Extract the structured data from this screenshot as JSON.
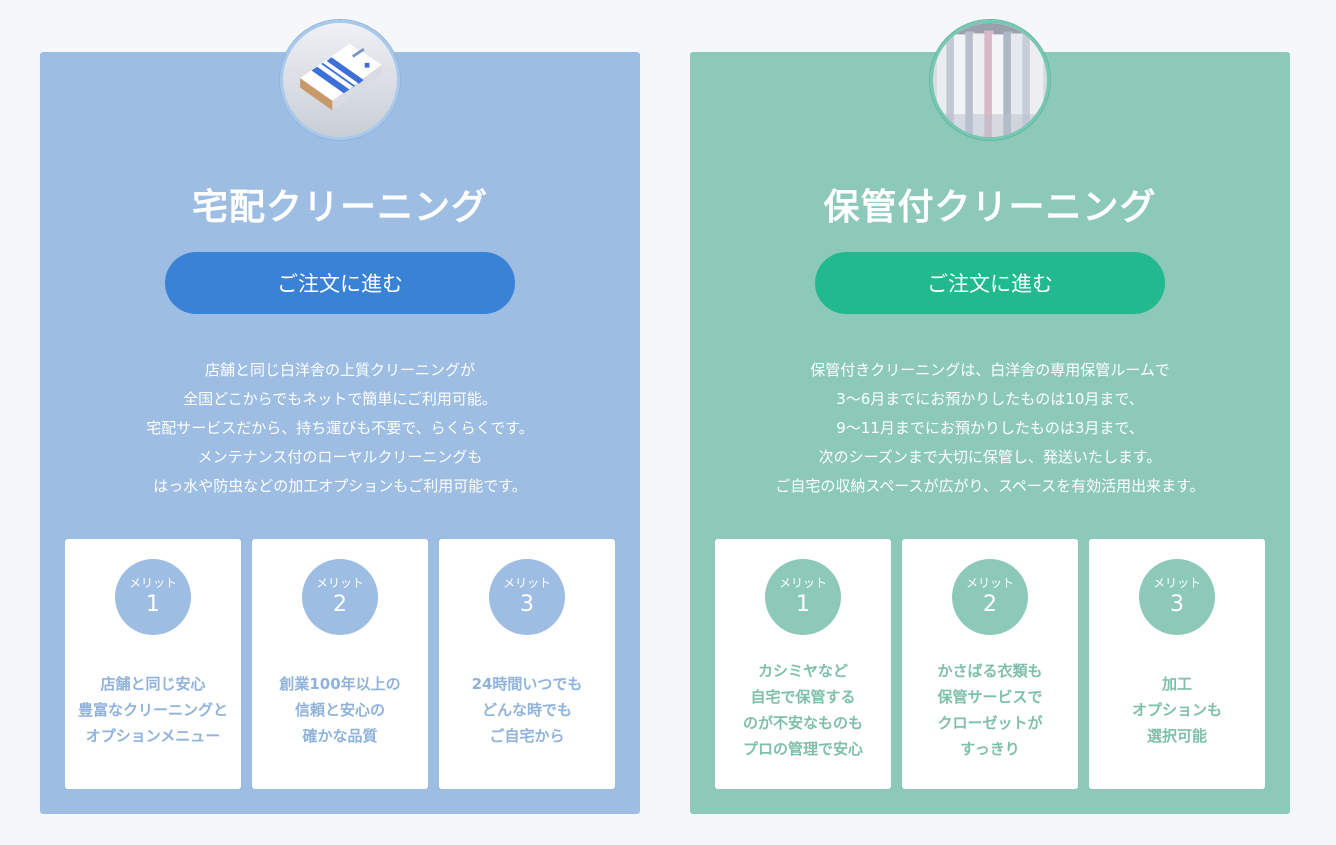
{
  "services": [
    {
      "title": "宅配クリーニング",
      "button_label": "ご注文に進む",
      "description": [
        "店舗と同じ白洋舎の上質クリーニングが",
        "全国どこからでもネットで簡単にご利用可能。",
        "宅配サービスだから、持ち運びも不要で、らくらくです。",
        "メンテナンス付のローヤルクリーニングも",
        "はっ水や防虫などの加工オプションもご利用可能です。"
      ],
      "merits": [
        {
          "label": "メリット",
          "number": "1",
          "lines": [
            "店舗と同じ安心",
            "豊富なクリーニングと",
            "オプションメニュー"
          ]
        },
        {
          "label": "メリット",
          "number": "2",
          "lines": [
            "創業100年以上の",
            "信頼と安心の",
            "確かな品質"
          ]
        },
        {
          "label": "メリット",
          "number": "3",
          "lines": [
            "24時間いつでも",
            "どんな時でも",
            "ご自宅から"
          ]
        }
      ]
    },
    {
      "title": "保管付クリーニング",
      "button_label": "ご注文に進む",
      "description": [
        "保管付きクリーニングは、白洋舎の専用保管ルームで",
        "3〜6月までにお預かりしたものは10月まで、",
        "9〜11月までにお預かりしたものは3月まで、",
        "次のシーズンまで大切に保管し、発送いたします。",
        "ご自宅の収納スペースが広がり、スペースを有効活用出来ます。"
      ],
      "merits": [
        {
          "label": "メリット",
          "number": "1",
          "lines": [
            "カシミヤなど",
            "自宅で保管する",
            "のが不安なものも",
            "プロの管理で安心"
          ]
        },
        {
          "label": "メリット",
          "number": "2",
          "lines": [
            "かさばる衣類も",
            "保管サービスで",
            "クローゼットが",
            "すっきり"
          ]
        },
        {
          "label": "メリット",
          "number": "3",
          "lines": [
            "加工",
            "オプションも",
            "選択可能"
          ]
        }
      ]
    }
  ],
  "colors": {
    "delivery_panel": "#9dbde3",
    "delivery_button": "#3a82d6",
    "storage_panel": "#8dc9b9",
    "storage_button": "#23b98f"
  }
}
